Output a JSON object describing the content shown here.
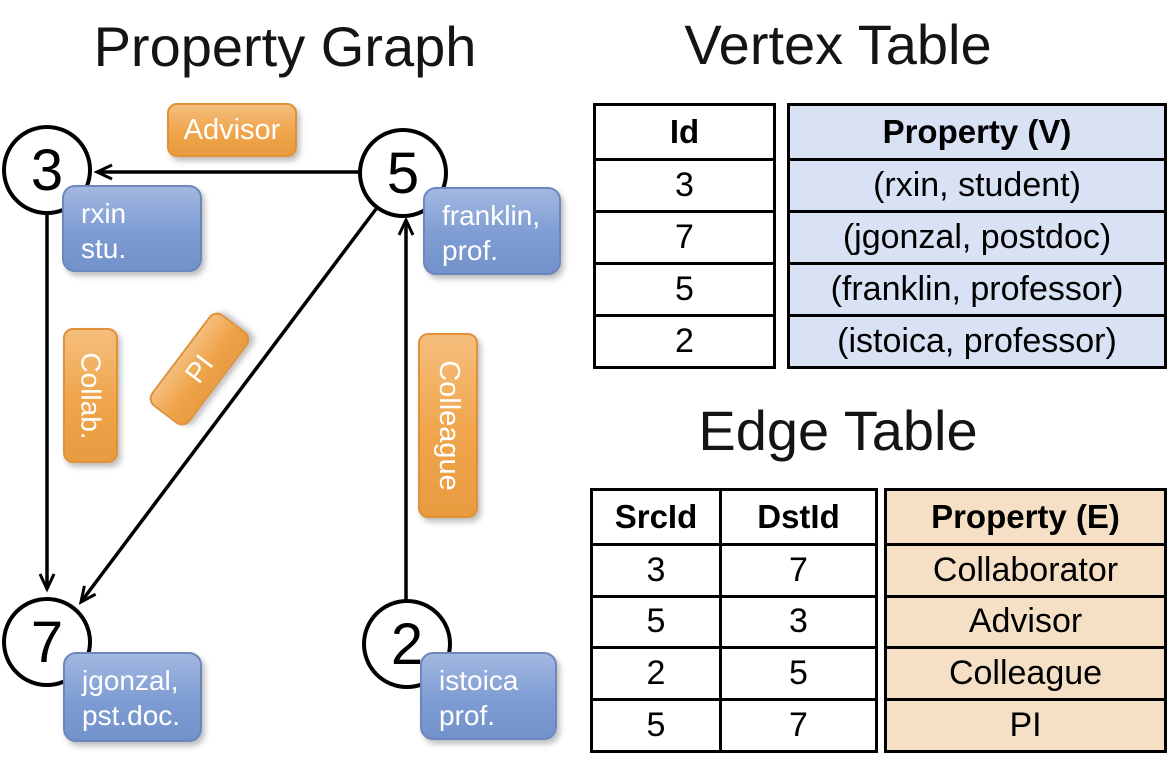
{
  "colors": {
    "edge_label_orange": "#EFA54B",
    "vertex_box_blue": "#7D9CD3",
    "vertex_cell_blue": "#D8E2F4",
    "edge_cell_tan": "#F6E0C5",
    "line_color": "#000000"
  },
  "graph": {
    "title": "Property Graph",
    "nodes": [
      {
        "id": "3",
        "line1": "rxin",
        "line2": "stu."
      },
      {
        "id": "5",
        "line1": "franklin,",
        "line2": "prof."
      },
      {
        "id": "7",
        "line1": "jgonzal,",
        "line2": "pst.doc."
      },
      {
        "id": "2",
        "line1": "istoica",
        "line2": "prof."
      }
    ],
    "edge_labels": {
      "advisor": "Advisor",
      "collab": "Collab.",
      "pi": "PI",
      "colleague": "Colleague"
    }
  },
  "vertex_table": {
    "title": "Vertex Table",
    "headers": {
      "id": "Id",
      "property": "Property (V)"
    },
    "rows": [
      {
        "id": "3",
        "property": "(rxin, student)"
      },
      {
        "id": "7",
        "property": "(jgonzal, postdoc)"
      },
      {
        "id": "5",
        "property": "(franklin, professor)"
      },
      {
        "id": "2",
        "property": "(istoica, professor)"
      }
    ]
  },
  "edge_table": {
    "title": "Edge Table",
    "headers": {
      "src": "SrcId",
      "dst": "DstId",
      "property": "Property (E)"
    },
    "rows": [
      {
        "src": "3",
        "dst": "7",
        "property": "Collaborator"
      },
      {
        "src": "5",
        "dst": "3",
        "property": "Advisor"
      },
      {
        "src": "2",
        "dst": "5",
        "property": "Colleague"
      },
      {
        "src": "5",
        "dst": "7",
        "property": "PI"
      }
    ]
  }
}
